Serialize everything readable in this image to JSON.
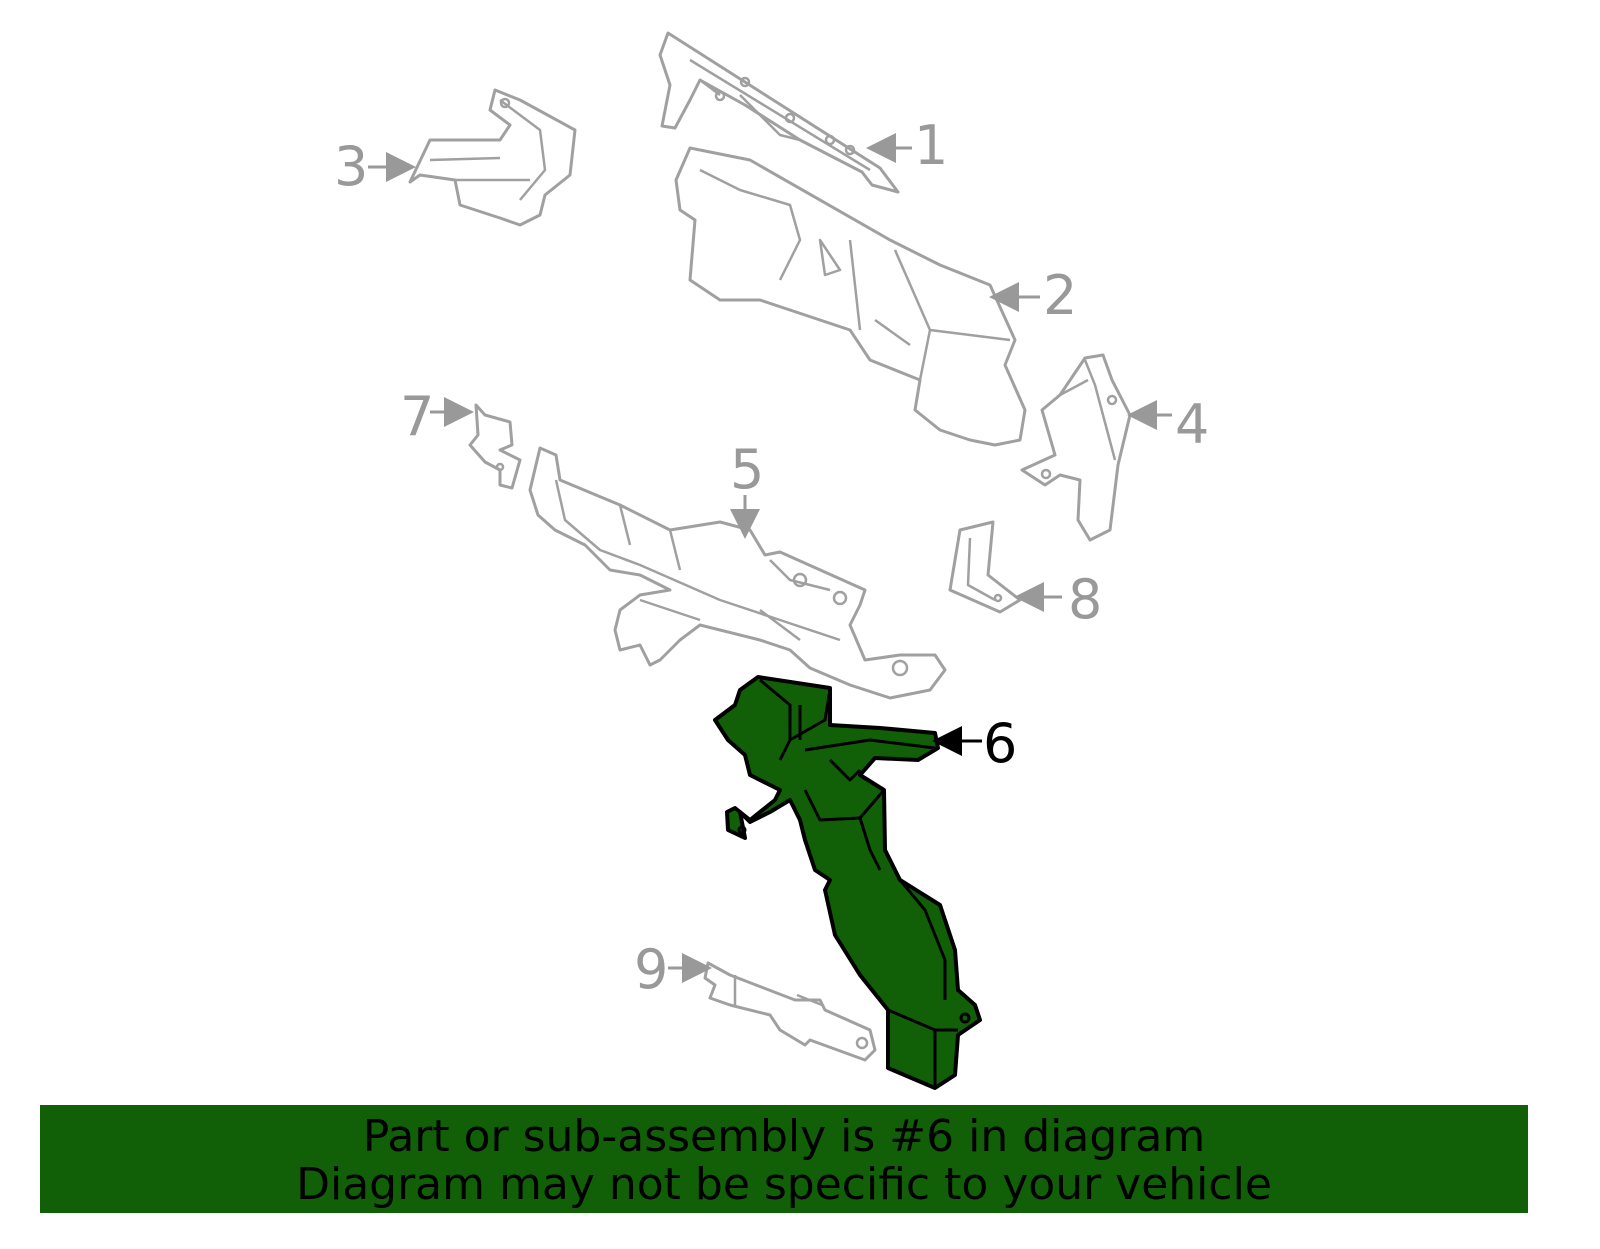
{
  "diagram": {
    "callouts": [
      "1",
      "2",
      "3",
      "4",
      "5",
      "6",
      "7",
      "8",
      "9"
    ],
    "highlighted_callout": "6",
    "highlight_color": "#116008"
  },
  "banner": {
    "line1": "Part or sub-assembly is #6 in diagram",
    "line2": "Diagram may not be specific to your vehicle",
    "background": "#116008"
  }
}
